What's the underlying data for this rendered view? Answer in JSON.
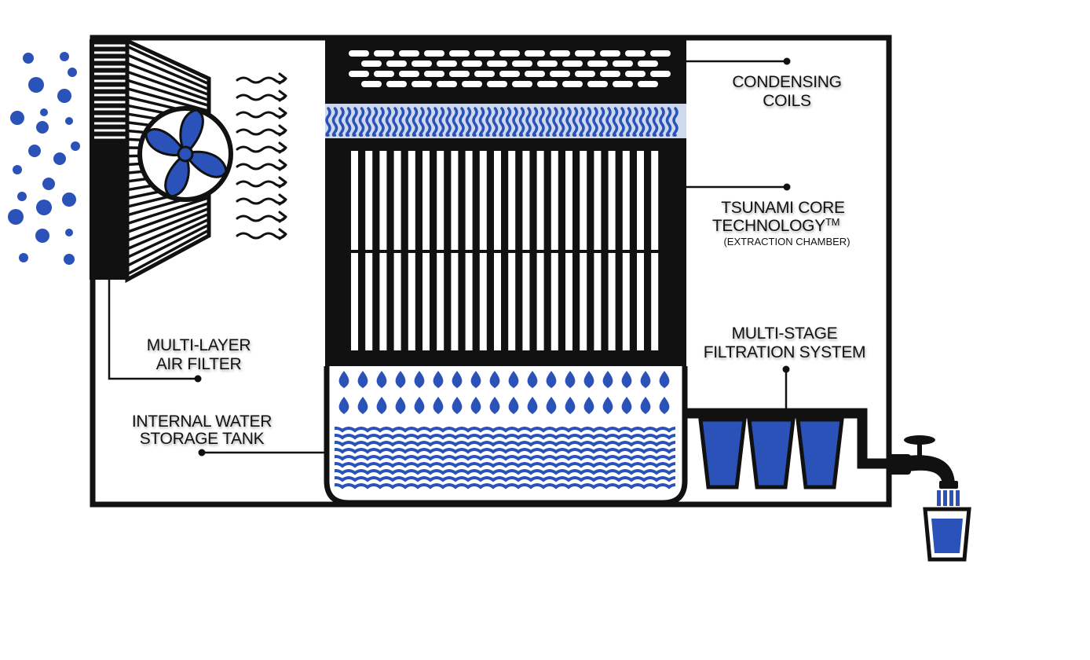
{
  "labels": {
    "condensing_1": "CONDENSING",
    "condensing_2": "COILS",
    "core_1": "TSUNAMI CORE",
    "core_2": "TECHNOLOGY",
    "core_tm": "TM",
    "core_3": "(EXTRACTION CHAMBER)",
    "filtration_1": "MULTI-STAGE",
    "filtration_2": "FILTRATION SYSTEM",
    "air_filter_1": "MULTI-LAYER",
    "air_filter_2": "AIR FILTER",
    "tank_1": "INTERNAL WATER",
    "tank_2": "STORAGE TANK"
  },
  "colors": {
    "water_blue": "#2a52b8",
    "outline": "#111111",
    "background": "#ffffff"
  },
  "icons": {
    "fan": "fan-icon",
    "faucet": "faucet-icon",
    "glass": "water-glass-icon"
  }
}
